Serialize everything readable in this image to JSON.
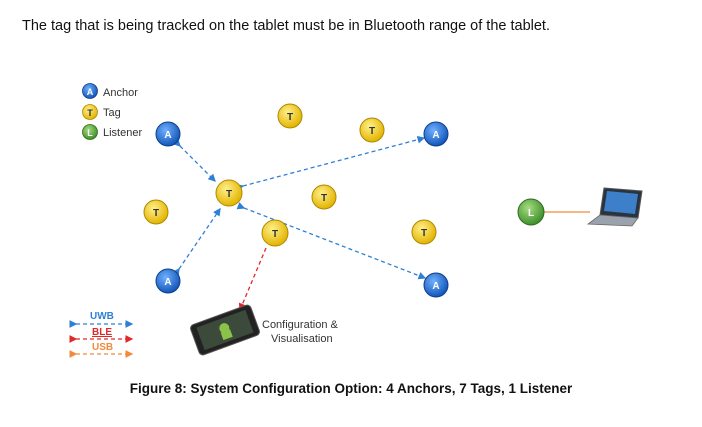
{
  "intro_text": "The tag that is being tracked on the tablet must be in Bluetooth range of the tablet.",
  "caption": "Figure 8: System Configuration Option: 4 Anchors, 7 Tags, 1 Listener",
  "legend": {
    "anchor_label": "Anchor",
    "tag_label": "Tag",
    "listener_label": "Listener"
  },
  "node_letters": {
    "anchor": "A",
    "tag": "T",
    "listener": "L"
  },
  "link_legend": {
    "uwb": "UWB",
    "ble": "BLE",
    "usb": "USB"
  },
  "device_label_line1": "Configuration &",
  "device_label_line2": "Visualisation",
  "colors": {
    "anchor": "#1f6fd1",
    "tag": "#f3cf12",
    "listener": "#6ab84a",
    "uwb": "#2f7fd6",
    "ble": "#e02828",
    "usb": "#f08a3c"
  }
}
